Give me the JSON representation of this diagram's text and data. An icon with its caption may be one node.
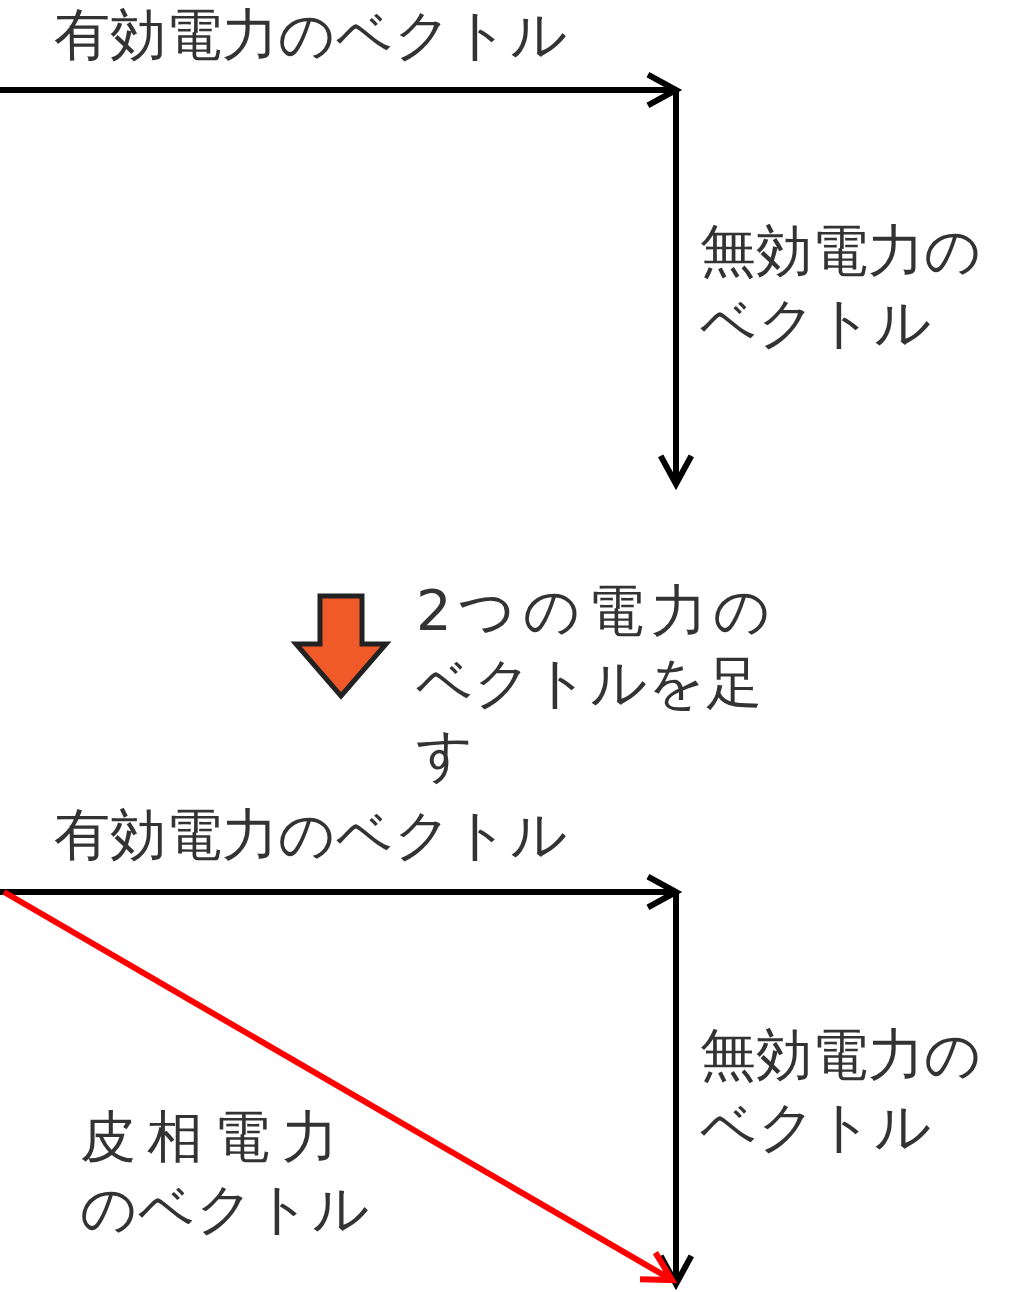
{
  "diagram": {
    "labels": [
      "有効電力のベクトル",
      "無効電力のベクトル",
      "2つの電力のベクトルを足す",
      "有効電力のベクトル",
      "無効電力のベクトル",
      "皮相電力のベクトル"
    ]
  }
}
